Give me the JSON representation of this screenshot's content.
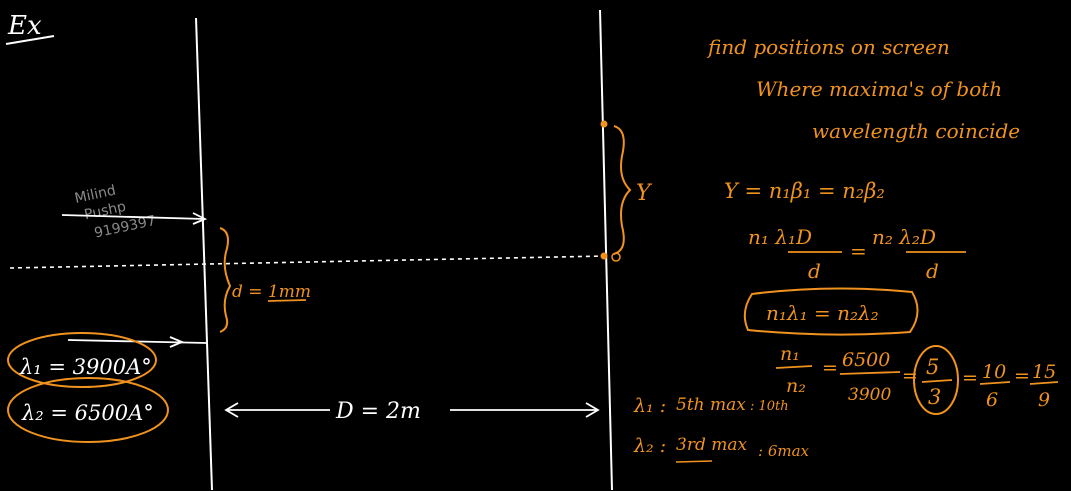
{
  "colors": {
    "background": "#000000",
    "ink_white": "#ffffff",
    "ink_orange": "#f0921e",
    "watermark": "#8a8a8a"
  },
  "heading": "Ex",
  "watermark": {
    "line1": "Milind",
    "line2": "Pushp",
    "line3": "9199397"
  },
  "diagram": {
    "y_label": "Y",
    "d_label": "d = 1mm",
    "D_label": "D = 2m",
    "lambda1": "λ₁ = 3900A°",
    "lambda2": "λ₂ = 6500A°"
  },
  "question": {
    "line1": "find positions on screen",
    "line2": "Where maxima's of both",
    "line3": "wavelength coincide"
  },
  "solution": {
    "eq1": "Y = n₁β₁ = n₂β₂",
    "eq2_left_num": "n₁ λ₁D",
    "eq2_left_den": "d",
    "eq2_eq": "=",
    "eq2_right_num": "n₂ λ₂D",
    "eq2_right_den": "d",
    "eq3": "n₁λ₁ = n₂λ₂",
    "ratio_left_num": "n₁",
    "ratio_left_den": "n₂",
    "ratio_mid_num": "6500",
    "ratio_mid_den": "3900",
    "ratio_boxed_num": "5",
    "ratio_boxed_den": "3",
    "ratio_r1_num": "10",
    "ratio_r1_den": "6",
    "ratio_r2_num": "15",
    "ratio_r2_den": "9",
    "eq_sign": "=",
    "note1_lambda": "λ₁ :",
    "note1_order": "5th max",
    "note1_extra": ": 10th",
    "note2_lambda": "λ₂ :",
    "note2_order": "3rd max",
    "note2_extra": ": 6max"
  }
}
